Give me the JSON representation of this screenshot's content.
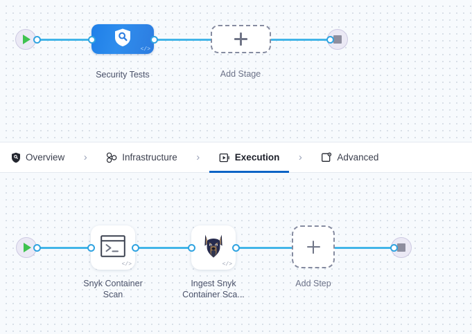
{
  "stage_canvas": {
    "start_node": {
      "name": "pipeline-start",
      "icon": "play-icon"
    },
    "end_node": {
      "name": "pipeline-end",
      "icon": "stop-icon"
    },
    "nodes": [
      {
        "id": "security-tests",
        "label": "Security Tests",
        "icon": "shield-search-icon",
        "badge": "</>",
        "type": "stage"
      },
      {
        "id": "add-stage",
        "label": "Add Stage",
        "icon": "plus-icon",
        "type": "add"
      }
    ]
  },
  "tabs": {
    "items": [
      {
        "label": "Overview",
        "icon": "shield-icon",
        "active": false
      },
      {
        "label": "Infrastructure",
        "icon": "nodes-icon",
        "active": false
      },
      {
        "label": "Execution",
        "icon": "play-box-icon",
        "active": true
      },
      {
        "label": "Advanced",
        "icon": "settings-box-icon",
        "active": false
      }
    ],
    "separator": "›",
    "active_color": "#0b63c5"
  },
  "step_canvas": {
    "start_node": {
      "name": "execution-start",
      "icon": "play-icon"
    },
    "end_node": {
      "name": "execution-end",
      "icon": "stop-icon"
    },
    "nodes": [
      {
        "id": "snyk-container-scan",
        "label": "Snyk Container Scan",
        "label_line1": "Snyk Container",
        "label_line2": "Scan",
        "icon": "terminal-icon",
        "badge": "</>",
        "type": "step"
      },
      {
        "id": "ingest-snyk-container-scan",
        "label": "Ingest Snyk Container Sca...",
        "label_line1": "Ingest Snyk",
        "label_line2": "Container Sca...",
        "icon": "doberman-icon",
        "badge": "</>",
        "type": "step"
      },
      {
        "id": "add-step",
        "label": "Add Step",
        "icon": "plus-icon",
        "type": "add"
      }
    ]
  },
  "colors": {
    "canvas_background": "#f7fafd",
    "connector": "#42b5e8",
    "port_stroke": "#2fa3e0",
    "stage_node": "#2d7ce0",
    "start_play": "#3fc24f",
    "stop_square": "#8e8e9e",
    "dashed_border": "#858ba0",
    "tab_underline": "#0b63c5"
  }
}
